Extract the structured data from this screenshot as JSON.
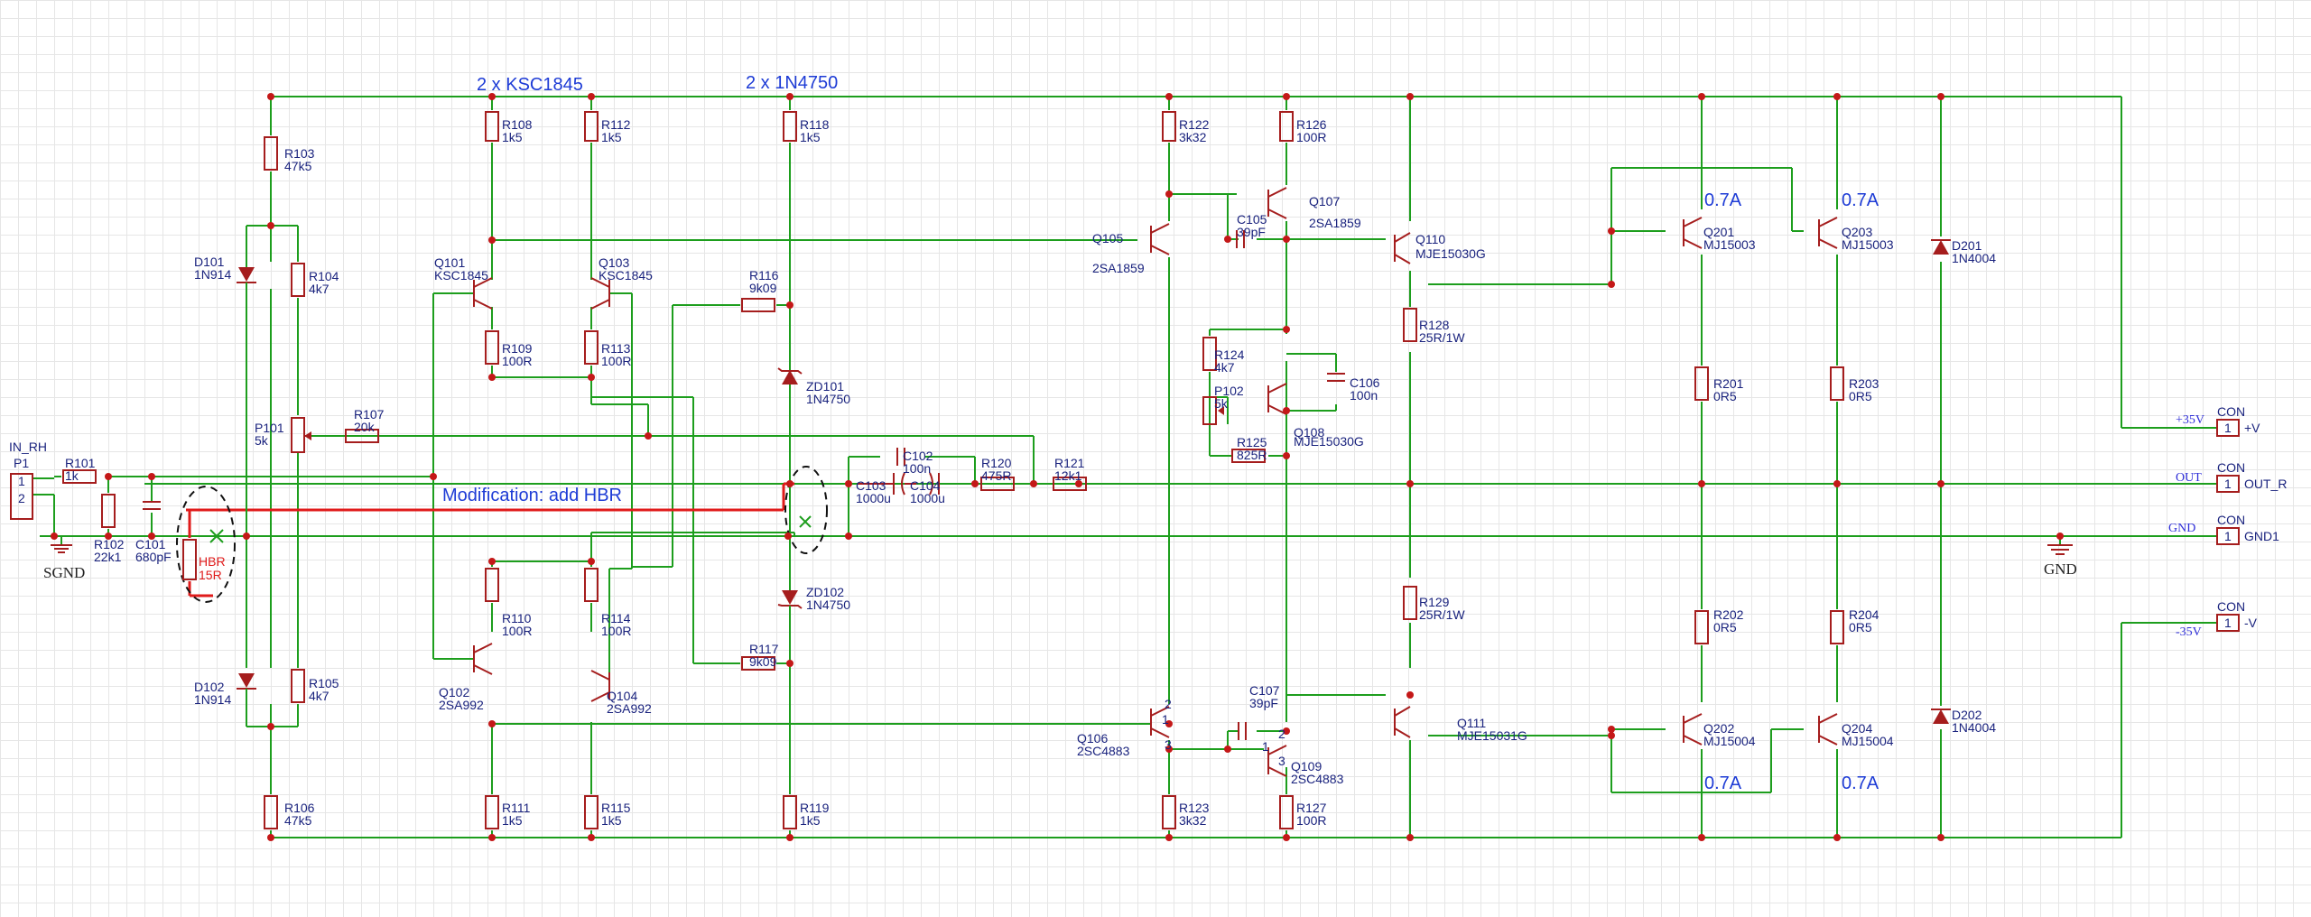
{
  "title": "2 x KSC1845",
  "title2": "2 x 1N4750",
  "mod": "Modification: add HBR",
  "cur": "0.7A",
  "gnd_symbols": [
    "SGND",
    "GND"
  ],
  "ports": [
    {
      "net": "+35V",
      "pin": "1",
      "name": "+V"
    },
    {
      "net": "OUT",
      "pin": "1",
      "name": "OUT_R"
    },
    {
      "net": "GND",
      "pin": "1",
      "name": "GND1"
    },
    {
      "net": "-35V",
      "pin": "1",
      "name": "-V"
    }
  ],
  "con": "CON",
  "inp": {
    "name": "IN_RH",
    "ref": "P1",
    "pin1": "1",
    "pin2": "2"
  },
  "hbr": {
    "ref": "HBR",
    "val": "15R"
  },
  "parts": [
    {
      "ref": "R101",
      "val": "1k"
    },
    {
      "ref": "R102",
      "val": "22k1"
    },
    {
      "ref": "C101",
      "val": "680pF"
    },
    {
      "ref": "R103",
      "val": "47k5"
    },
    {
      "ref": "D101",
      "val": "1N914"
    },
    {
      "ref": "R104",
      "val": "4k7"
    },
    {
      "ref": "P101",
      "val": "5k"
    },
    {
      "ref": "R107",
      "val": "20k"
    },
    {
      "ref": "R105",
      "val": "4k7"
    },
    {
      "ref": "D102",
      "val": "1N914"
    },
    {
      "ref": "R106",
      "val": "47k5"
    },
    {
      "ref": "R108",
      "val": "1k5"
    },
    {
      "ref": "R112",
      "val": "1k5"
    },
    {
      "ref": "Q101",
      "val": "KSC1845"
    },
    {
      "ref": "Q103",
      "val": "KSC1845"
    },
    {
      "ref": "R109",
      "val": "100R"
    },
    {
      "ref": "R113",
      "val": "100R"
    },
    {
      "ref": "R110",
      "val": "100R"
    },
    {
      "ref": "R114",
      "val": "100R"
    },
    {
      "ref": "Q102",
      "val": "2SA992"
    },
    {
      "ref": "Q104",
      "val": "2SA992"
    },
    {
      "ref": "R111",
      "val": "1k5"
    },
    {
      "ref": "R115",
      "val": "1k5"
    },
    {
      "ref": "R118",
      "val": "1k5"
    },
    {
      "ref": "R116",
      "val": "9k09"
    },
    {
      "ref": "ZD101",
      "val": "1N4750"
    },
    {
      "ref": "ZD102",
      "val": "1N4750"
    },
    {
      "ref": "R117",
      "val": "9k09"
    },
    {
      "ref": "R119",
      "val": "1k5"
    },
    {
      "ref": "C102",
      "val": "100n"
    },
    {
      "ref": "C103",
      "val": "1000u"
    },
    {
      "ref": "C104",
      "val": "1000u"
    },
    {
      "ref": "R120",
      "val": "475R"
    },
    {
      "ref": "R121",
      "val": "12k1"
    },
    {
      "ref": "R122",
      "val": "3k32"
    },
    {
      "ref": "R126",
      "val": "100R"
    },
    {
      "ref": "Q107",
      "val": "2SA1859"
    },
    {
      "ref": "C105",
      "val": "39pF"
    },
    {
      "ref": "Q105",
      "val": "2SA1859"
    },
    {
      "ref": "R124",
      "val": "4k7"
    },
    {
      "ref": "P102",
      "val": "5k"
    },
    {
      "ref": "R125",
      "val": "825R"
    },
    {
      "ref": "Q108",
      "val": "MJE15030G"
    },
    {
      "ref": "C106",
      "val": "100n"
    },
    {
      "ref": "Q110",
      "val": "MJE15030G"
    },
    {
      "ref": "R128",
      "val": "25R/1W"
    },
    {
      "ref": "R129",
      "val": "25R/1W"
    },
    {
      "ref": "C107",
      "val": "39pF"
    },
    {
      "ref": "Q106",
      "val": "2SC4883"
    },
    {
      "ref": "Q109",
      "val": "2SC4883"
    },
    {
      "ref": "R123",
      "val": "3k32"
    },
    {
      "ref": "R127",
      "val": "100R"
    },
    {
      "ref": "Q111",
      "val": "MJE15031G"
    },
    {
      "ref": "Q201",
      "val": "MJ15003"
    },
    {
      "ref": "Q203",
      "val": "MJ15003"
    },
    {
      "ref": "R201",
      "val": "0R5"
    },
    {
      "ref": "R203",
      "val": "0R5"
    },
    {
      "ref": "R202",
      "val": "0R5"
    },
    {
      "ref": "R204",
      "val": "0R5"
    },
    {
      "ref": "Q202",
      "val": "MJ15004"
    },
    {
      "ref": "Q204",
      "val": "MJ15004"
    },
    {
      "ref": "D201",
      "val": "1N4004"
    },
    {
      "ref": "D202",
      "val": "1N4004"
    }
  ],
  "pins": {
    "p1": "1",
    "p2": "2",
    "p3": "3"
  }
}
